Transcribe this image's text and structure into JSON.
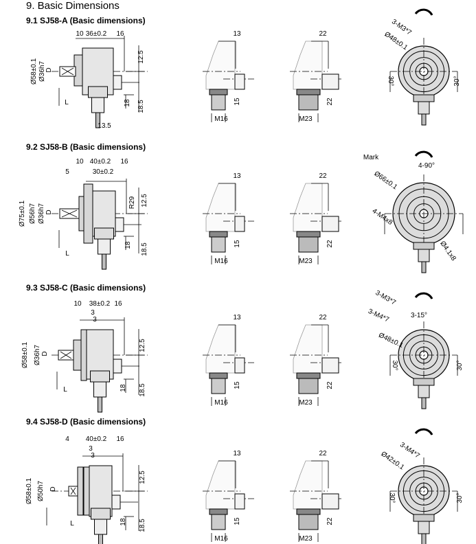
{
  "page": {
    "title": "9.  Basic Dimensions"
  },
  "sections": [
    {
      "heading": "9.1 SJ58-A (Basic dimensions)",
      "side": {
        "labels": [
          "10",
          "36±0.2",
          "16",
          "Ø58±0.1",
          "Ø36h7",
          "D",
          "L",
          "12.5",
          "18",
          "18.5",
          "13.5"
        ]
      },
      "m16": {
        "width": "13",
        "height": "15",
        "thread": "M16"
      },
      "m23": {
        "width": "22",
        "height": "22",
        "thread": "M23"
      },
      "front": {
        "labels": [
          "3-M3*7",
          "Ø48±0.1",
          "30°",
          "30°"
        ]
      }
    },
    {
      "heading": "9.2 SJ58-B (Basic dimensions)",
      "side": {
        "labels": [
          "10",
          "40±0.2",
          "16",
          "5",
          "30±0.2",
          "Ø75±0.1",
          "Ø56h7",
          "Ø36h7",
          "D",
          "L",
          "R29",
          "12.5",
          "18",
          "18.5"
        ]
      },
      "m16": {
        "width": "13",
        "height": "15",
        "thread": "M16"
      },
      "m23": {
        "width": "22",
        "height": "22",
        "thread": "M23"
      },
      "front": {
        "labels": [
          "Mark",
          "4-90°",
          "Ø66±0.1",
          "4-M4x8",
          "Ø4.1x8"
        ]
      }
    },
    {
      "heading": "9.3 SJ58-C (Basic dimensions)",
      "side": {
        "labels": [
          "10",
          "38±0.2",
          "16",
          "3",
          "3",
          "Ø58±0.1",
          "Ø36h7",
          "D",
          "L",
          "12.5",
          "18",
          "18.5"
        ]
      },
      "m16": {
        "width": "13",
        "height": "15",
        "thread": "M16"
      },
      "m23": {
        "width": "22",
        "height": "22",
        "thread": "M23"
      },
      "front": {
        "labels": [
          "3-M3*7",
          "3-M4*7",
          "3-15°",
          "Ø48±0.1",
          "30°",
          "30°"
        ]
      }
    },
    {
      "heading": "9.4 SJ58-D (Basic dimensions)",
      "side": {
        "labels": [
          "4",
          "40±0.2",
          "16",
          "3",
          "3",
          "Ø58±0.1",
          "Ø50h7",
          "D",
          "L",
          "12.5",
          "18",
          "18.5"
        ]
      },
      "m16": {
        "width": "13",
        "height": "15",
        "thread": "M16"
      },
      "m23": {
        "width": "22",
        "height": "22",
        "thread": "M23"
      },
      "front": {
        "labels": [
          "3-M4*7",
          "Ø42±0.1",
          "30°",
          "30°"
        ]
      }
    }
  ]
}
